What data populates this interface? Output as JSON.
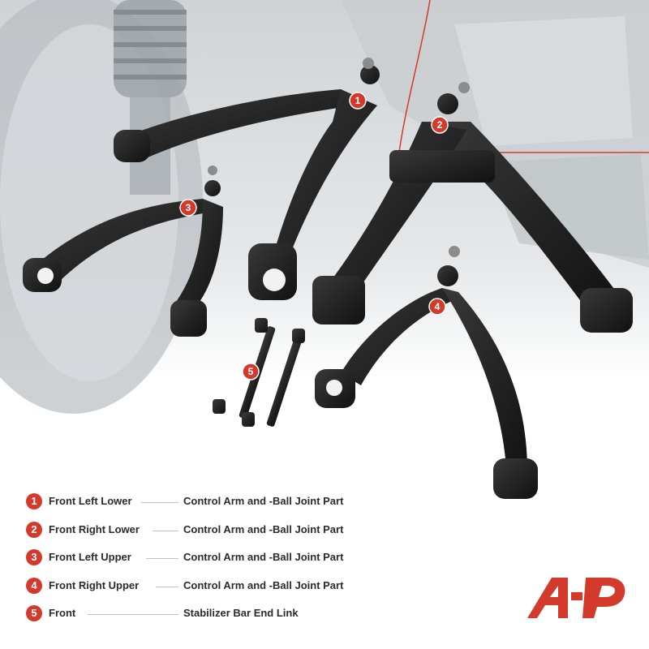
{
  "colors": {
    "accent": "#d43a2c",
    "text": "#2b2b2b",
    "part": "#1c1c1c",
    "background_photo": "#d9dcde"
  },
  "callouts": [
    "1",
    "2",
    "3",
    "4",
    "5"
  ],
  "legend": [
    {
      "num": "1",
      "name": "Front Left Lower",
      "desc": "Control Arm and -Ball Joint Part"
    },
    {
      "num": "2",
      "name": "Front Right Lower",
      "desc": "Control Arm and -Ball Joint Part"
    },
    {
      "num": "3",
      "name": "Front Left Upper",
      "desc": "Control Arm and -Ball Joint Part"
    },
    {
      "num": "4",
      "name": "Front Right Upper",
      "desc": "Control Arm and -Ball Joint Part"
    },
    {
      "num": "5",
      "name": "Front",
      "desc": "Stabilizer Bar End Link"
    }
  ],
  "logo": {
    "name": "brand-logo",
    "icon": "ap-logo"
  }
}
